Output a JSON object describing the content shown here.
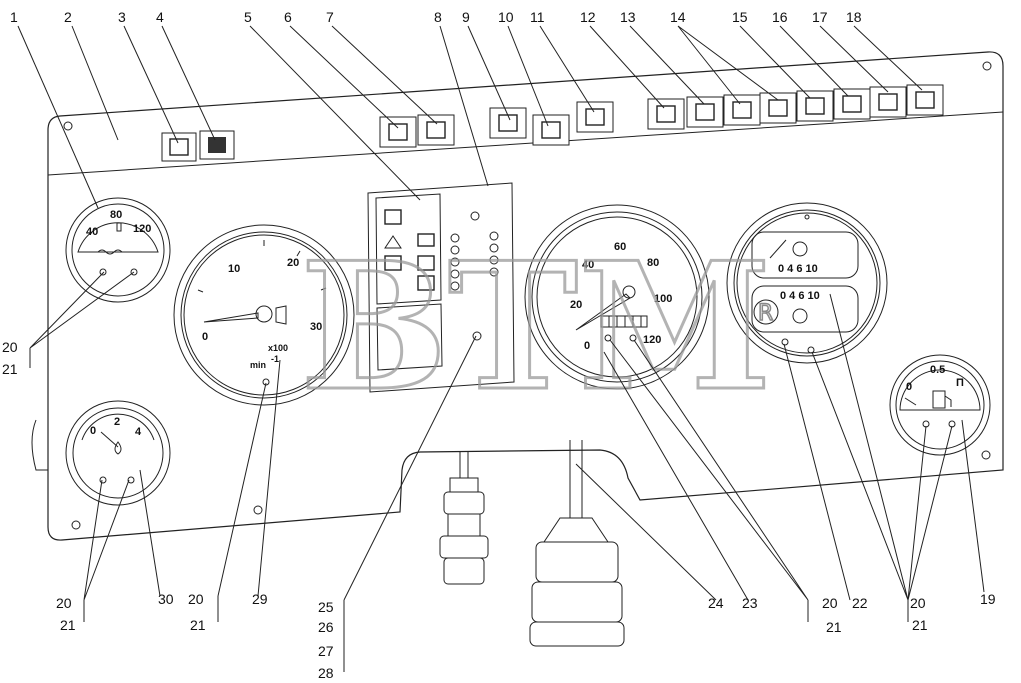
{
  "callouts_top": [
    "1",
    "2",
    "3",
    "4",
    "5",
    "6",
    "7",
    "8",
    "9",
    "10",
    "11",
    "12",
    "13",
    "14",
    "15",
    "16",
    "17",
    "18"
  ],
  "callouts_bottom": {
    "c20a": "20",
    "c21a": "21",
    "c20b": "20",
    "c21b": "21",
    "c30": "30",
    "c20c": "20",
    "c21c": "21",
    "c29": "29",
    "c25": "25",
    "c26": "26",
    "c27": "27",
    "c28": "28",
    "c24": "24",
    "c23": "23",
    "c20d": "20",
    "c21d": "21",
    "c22": "22",
    "c20e": "20",
    "c21e": "21",
    "c19": "19"
  },
  "gauges": {
    "temp": {
      "ticks": [
        "40",
        "80",
        "120"
      ]
    },
    "oil": {
      "ticks": [
        "0",
        "2",
        "4"
      ]
    },
    "tacho": {
      "ticks": [
        "0",
        "10",
        "20",
        "30"
      ],
      "multiplier": "x100",
      "unit": "min",
      "unit_sup": "-1"
    },
    "speedo": {
      "ticks": [
        "0",
        "20",
        "40",
        "60",
        "80",
        "100",
        "120"
      ]
    },
    "pressure": {
      "upper_ticks": "0 4 6 10",
      "lower_ticks": "0 4 6 10"
    },
    "fuel": {
      "ticks": [
        "0",
        "0.5",
        "П"
      ]
    }
  },
  "watermark": {
    "text": "BTM",
    "reg": "R"
  }
}
